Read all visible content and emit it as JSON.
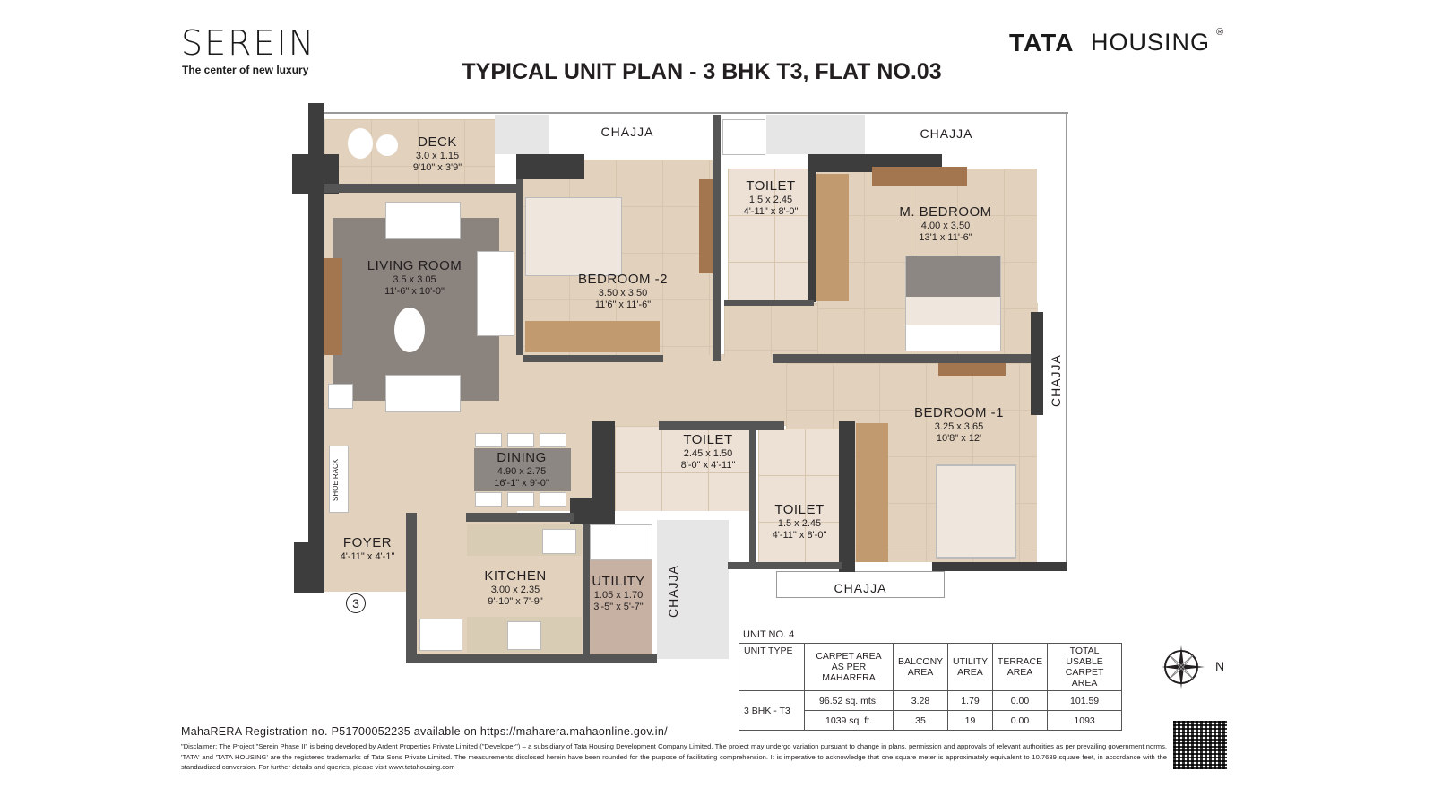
{
  "header": {
    "brand": "SEREIN",
    "tagline": "The center of new luxury",
    "developer_logo_bold": "TATA",
    "developer_logo_light": "HOUSING",
    "registered_mark": "®",
    "title": "TYPICAL UNIT PLAN - 3 BHK T3, FLAT NO.03"
  },
  "rooms": {
    "deck": {
      "name": "DECK",
      "dim_m": "3.0 x 1.15",
      "dim_ft": "9'10\" x 3'9\""
    },
    "living": {
      "name": "LIVING ROOM",
      "dim_m": "3.5 x 3.05",
      "dim_ft": "11'-6\" x 10'-0\""
    },
    "bedroom2": {
      "name": "BEDROOM -2",
      "dim_m": "3.50 x 3.50",
      "dim_ft": "11'6\" x 11'-6\""
    },
    "toilet_top": {
      "name": "TOILET",
      "dim_m": "1.5 x 2.45",
      "dim_ft": "4'-11\" x 8'-0\""
    },
    "master": {
      "name": "M. BEDROOM",
      "dim_m": "4.00 x 3.50",
      "dim_ft": "13'1 x 11'-6\""
    },
    "bedroom1": {
      "name": "BEDROOM -1",
      "dim_m": "3.25 x 3.65",
      "dim_ft": "10'8\" x 12'"
    },
    "toilet_mid": {
      "name": "TOILET",
      "dim_m": "2.45 x 1.50",
      "dim_ft": "8'-0\" x 4'-11\""
    },
    "toilet_low": {
      "name": "TOILET",
      "dim_m": "1.5 x 2.45",
      "dim_ft": "4'-11\" x 8'-0\""
    },
    "dining": {
      "name": "DINING",
      "dim_m": "4.90 x 2.75",
      "dim_ft": "16'-1\" x 9'-0\""
    },
    "foyer": {
      "name": "FOYER",
      "dim_ft": "4'-11\" x 4'-1\""
    },
    "kitchen": {
      "name": "KITCHEN",
      "dim_m": "3.00 x 2.35",
      "dim_ft": "9'-10\" x 7'-9\""
    },
    "utility": {
      "name": "UTILITY",
      "dim_m": "1.05 x 1.70",
      "dim_ft": "3'-5\" x 5'-7\""
    },
    "shoe_rack": "SHOE RACK",
    "flat_marker": "3"
  },
  "chajja": {
    "top_left": "CHAJJA",
    "top_right": "CHAJJA",
    "right": "CHAJJA",
    "bottom": "CHAJJA",
    "utility_side": "CHAJJA"
  },
  "area_table": {
    "unit_no": "UNIT NO. 4",
    "headers": [
      "UNIT TYPE",
      "CARPET AREA AS PER MAHARERA",
      "BALCONY AREA",
      "UTILITY AREA",
      "TERRACE AREA",
      "TOTAL USABLE CARPET AREA"
    ],
    "unit_type": "3 BHK - T3",
    "rows": [
      [
        "96.52 sq. mts.",
        "3.28",
        "1.79",
        "0.00",
        "101.59"
      ],
      [
        "1039 sq. ft.",
        "35",
        "19",
        "0.00",
        "1093"
      ]
    ]
  },
  "compass": {
    "label": "N",
    "icon": "compass-rose-icon"
  },
  "footer": {
    "rera": "MahaRERA Registration no. P51700052235 available on https://maharera.mahaonline.gov.in/",
    "disclaimer": "\"Disclaimer: The Project \"Serein Phase II\" is being developed by Ardent Properties Private Limited (\"Developer\") – a subsidiary of Tata Housing Development Company Limited. The project may undergo variation pursuant to change in plans, permission and approvals of relevant authorities as per prevailing government norms. 'TATA' and 'TATA HOUSING' are the registered trademarks of Tata Sons Private Limited. The measurements disclosed herein have been rounded for the purpose of facilitating comprehension. It is imperative to acknowledge that one square meter is approximately equivalent to 10.7639 square feet, in accordance with the standardized conversion. For further details and queries, please visit www.tatahousing.com",
    "qr_icon": "qr-code-icon"
  }
}
